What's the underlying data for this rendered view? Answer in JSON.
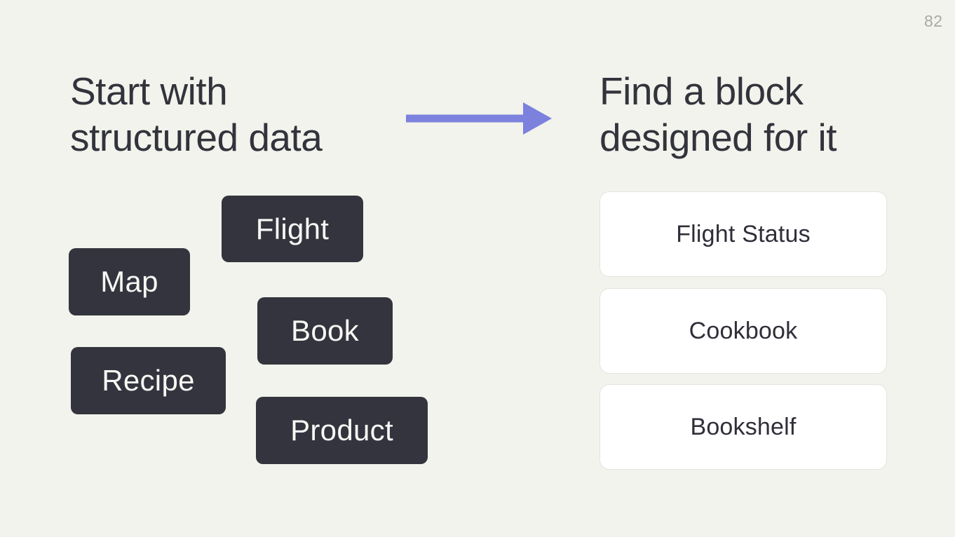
{
  "page_number": "82",
  "colors": {
    "background": "#f1f3ec",
    "heading_text": "#33333c",
    "chip_background": "#34343e",
    "chip_text": "#f7f7f4",
    "card_background": "#ffffff",
    "card_border": "#e3e5dd",
    "card_text": "#2f2f39",
    "arrow": "#7c81de",
    "page_number_color": "#a8a9a4"
  },
  "left_section": {
    "heading": {
      "line1": "Start with",
      "line2": "structured data"
    },
    "chips": [
      {
        "label": "Flight"
      },
      {
        "label": "Map"
      },
      {
        "label": "Book"
      },
      {
        "label": "Recipe"
      },
      {
        "label": "Product"
      }
    ]
  },
  "arrow": {
    "icon": "right-arrow"
  },
  "right_section": {
    "heading": {
      "line1": "Find a block",
      "line2": "designed for it"
    },
    "cards": [
      {
        "label": "Flight Status"
      },
      {
        "label": "Cookbook"
      },
      {
        "label": "Bookshelf"
      }
    ]
  }
}
